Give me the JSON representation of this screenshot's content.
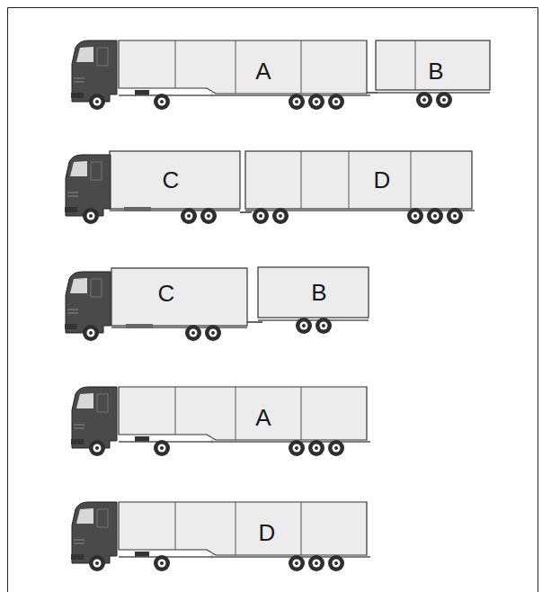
{
  "diagram": {
    "nodes": [
      {
        "text": [
          "A"
        ]
      },
      {
        "text": [
          "B"
        ]
      },
      {
        "text": [
          "C"
        ]
      },
      {
        "text": [
          "D"
        ]
      },
      {
        "text": [
          "C"
        ]
      },
      {
        "text": [
          "B"
        ]
      },
      {
        "text": [
          "A"
        ]
      },
      {
        "text": [
          "D"
        ]
      }
    ]
  }
}
